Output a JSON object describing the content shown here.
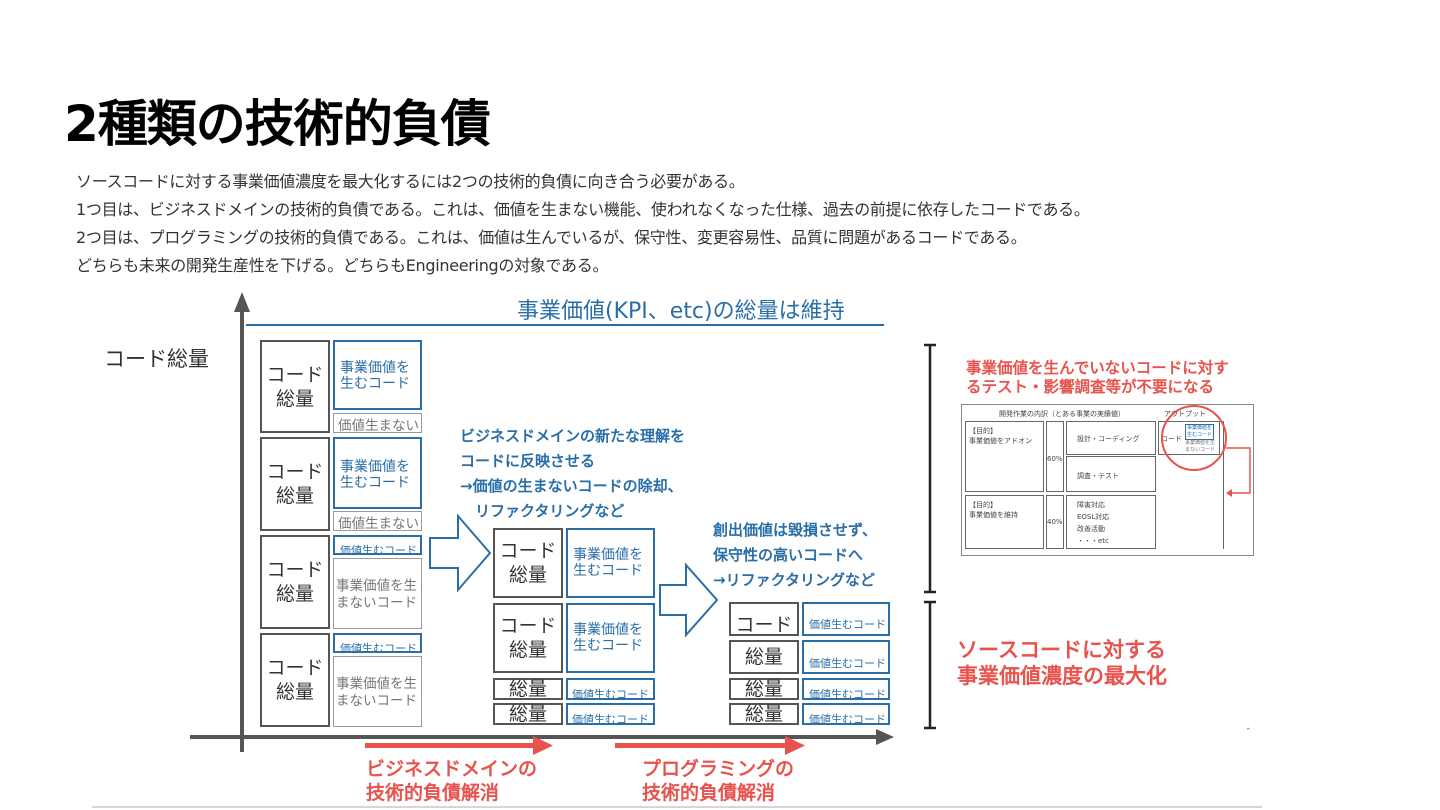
{
  "title": "2種類の技術的負債",
  "description": [
    "ソースコードに対する事業価値濃度を最大化するには2つの技術的負債に向き合う必要がある。",
    "1つ目は、ビジネスドメインの技術的負債である。これは、価値を生まない機能、使われなくなった仕様、過去の前提に依存したコードである。",
    "2つ目は、プログラミングの技術的負債である。これは、価値は生んでいるが、保守性、変更容易性、品質に問題があるコードである。",
    "どちらも未来の開発生産性を下げる。どちらもEngineeringの対象である。"
  ],
  "diagram": {
    "top_heading": "事業価値(KPI、etc)の総量は維持",
    "y_axis_label": "コード総量",
    "col1": {
      "blocks": [
        {
          "code": "コード\n総量",
          "value": "事業価値を\n生むコード",
          "waste": "価値生まない"
        },
        {
          "code": "コード\n総量",
          "value": "事業価値を\n生むコード",
          "waste": "価値生まない"
        },
        {
          "code": "コード\n総量",
          "value": "価値生むコード",
          "waste": "事業価値を生\nまないコード"
        },
        {
          "code": "コード\n総量",
          "value": "価値生むコード",
          "waste": "事業価値を生\nまないコード"
        }
      ]
    },
    "annotation1": "ビジネスドメインの新たな理解を\nコードに反映させる\n→価値の生まないコードの除却、\n　リファクタリングなど",
    "col2": {
      "code_label": "コード\n総量",
      "small_code_label": "総量",
      "value_label": "事業価値を\n生むコード",
      "small_value_label": "価値生むコード"
    },
    "annotation2": "創出価値は毀損させず、\n保守性の高いコードへ\n→リファクタリングなど",
    "col3": {
      "code_label": "コード",
      "small_code_label": "総量",
      "value_label": "価値生むコード"
    },
    "bottom_left": "ビジネスドメインの\n技術的負債解消",
    "bottom_right": "プログラミングの\n技術的負債解消",
    "right_top_heading": "事業価値を生んでいないコードに対す\nるテスト・影響調査等が不要になる",
    "right_bottom_heading": "ソースコードに対する\n事業価値濃度の最大化",
    "mini_table": {
      "header": "開発作業の内訳（とある事業の実績値）",
      "output_header": "アウトプット",
      "row1_purpose": "【目的】\n事業価値をアドオン",
      "row1_pct": "60%",
      "row1_task1": "設計・コーディング",
      "row1_task2": "調査・テスト",
      "row2_purpose": "【目的】\n事業価値を維持",
      "row2_pct": "40%",
      "row2_tasks": "障害対応\nEOSL対応\n改善活動\n・・・etc",
      "output_code": "コード",
      "output_a": "事業価値を\n生むコード",
      "output_b": "事業価値を生\nまないコード"
    },
    "colors": {
      "blue": "#2a6ea8",
      "red": "#e8534d",
      "gray": "#555555"
    }
  }
}
